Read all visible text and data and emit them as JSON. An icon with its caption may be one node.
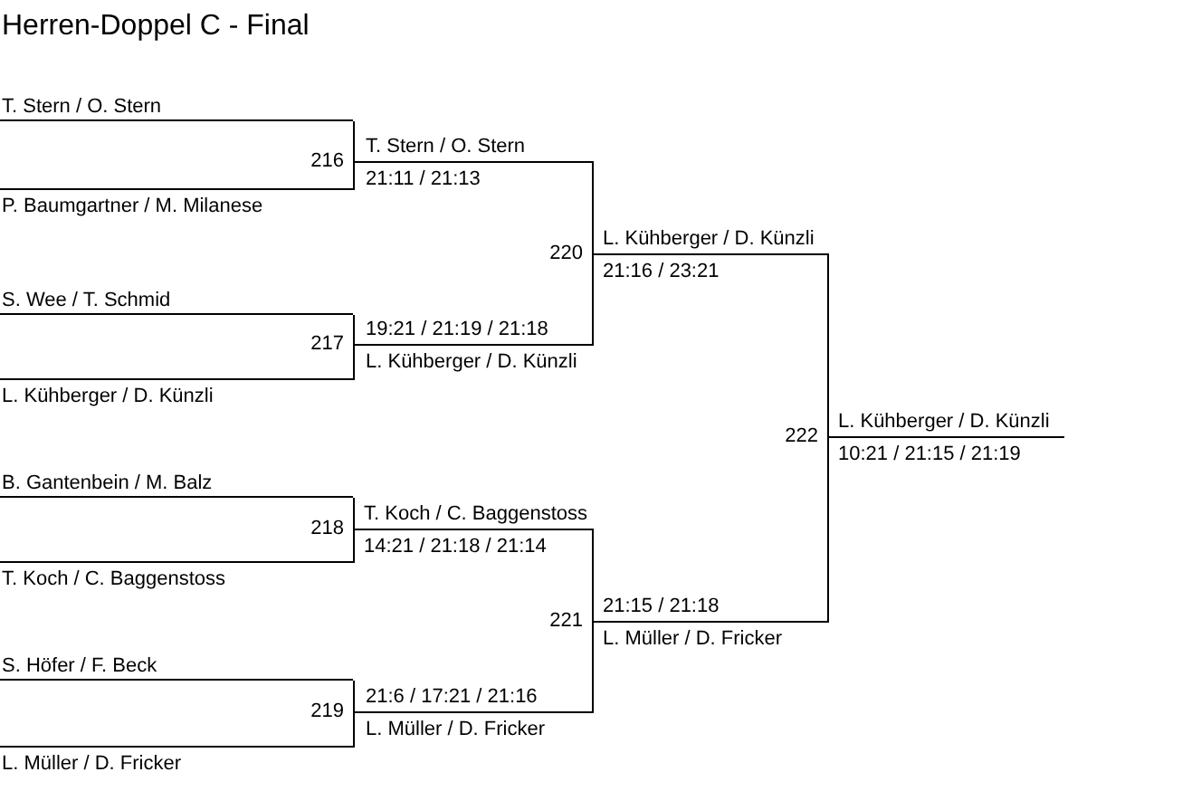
{
  "diagram": {
    "title": "Herren-Doppel C - Final",
    "nodes": [
      {
        "text": [
          "T. Stern / O. Stern"
        ]
      },
      {
        "text": [
          "P. Baumgartner / M. Milanese"
        ]
      },
      {
        "text": [
          "S. Wee / T. Schmid"
        ]
      },
      {
        "text": [
          "L. Kühberger / D. Künzli"
        ]
      },
      {
        "text": [
          "B. Gantenbein / M. Balz"
        ]
      },
      {
        "text": [
          "T. Koch / C. Baggenstoss"
        ]
      },
      {
        "text": [
          "S. Höfer / F. Beck"
        ]
      },
      {
        "text": [
          "L. Müller / D. Fricker"
        ]
      },
      {
        "text": [
          "T. Stern / O. Stern",
          "21:11 / 21:13"
        ],
        "beside": [
          "216"
        ]
      },
      {
        "text": [
          "19:21 / 21:19 / 21:18",
          "L. Kühberger / D. Künzli"
        ],
        "beside": [
          "217"
        ]
      },
      {
        "text": [
          "T. Koch / C. Baggenstoss",
          "14:21 / 21:18 / 21:14"
        ],
        "beside": [
          "218"
        ]
      },
      {
        "text": [
          "21:6 / 17:21 / 21:16",
          "L. Müller / D. Fricker"
        ],
        "beside": [
          "219"
        ]
      },
      {
        "text": [
          "L. Kühberger / D. Künzli",
          "21:16 / 23:21"
        ],
        "beside": [
          "220"
        ]
      },
      {
        "text": [
          "21:15 / 21:18",
          "L. Müller / D. Fricker"
        ],
        "beside": [
          "221"
        ]
      },
      {
        "text": [
          "L. Kühberger / D. Künzli",
          "10:21 / 21:15 / 21:19"
        ],
        "beside": [
          "222"
        ]
      }
    ],
    "edges": [
      {
        "from": 0,
        "to": 8,
        "arrow": "none"
      },
      {
        "from": 1,
        "to": 8,
        "arrow": "none"
      },
      {
        "from": 2,
        "to": 9,
        "arrow": "none"
      },
      {
        "from": 3,
        "to": 9,
        "arrow": "none"
      },
      {
        "from": 4,
        "to": 10,
        "arrow": "none"
      },
      {
        "from": 5,
        "to": 10,
        "arrow": "none"
      },
      {
        "from": 6,
        "to": 11,
        "arrow": "none"
      },
      {
        "from": 7,
        "to": 11,
        "arrow": "none"
      },
      {
        "from": 8,
        "to": 12,
        "arrow": "none"
      },
      {
        "from": 9,
        "to": 12,
        "arrow": "none"
      },
      {
        "from": 10,
        "to": 13,
        "arrow": "none"
      },
      {
        "from": 11,
        "to": 13,
        "arrow": "none"
      },
      {
        "from": 12,
        "to": 14,
        "arrow": "none"
      },
      {
        "from": 13,
        "to": 14,
        "arrow": "none"
      }
    ]
  }
}
